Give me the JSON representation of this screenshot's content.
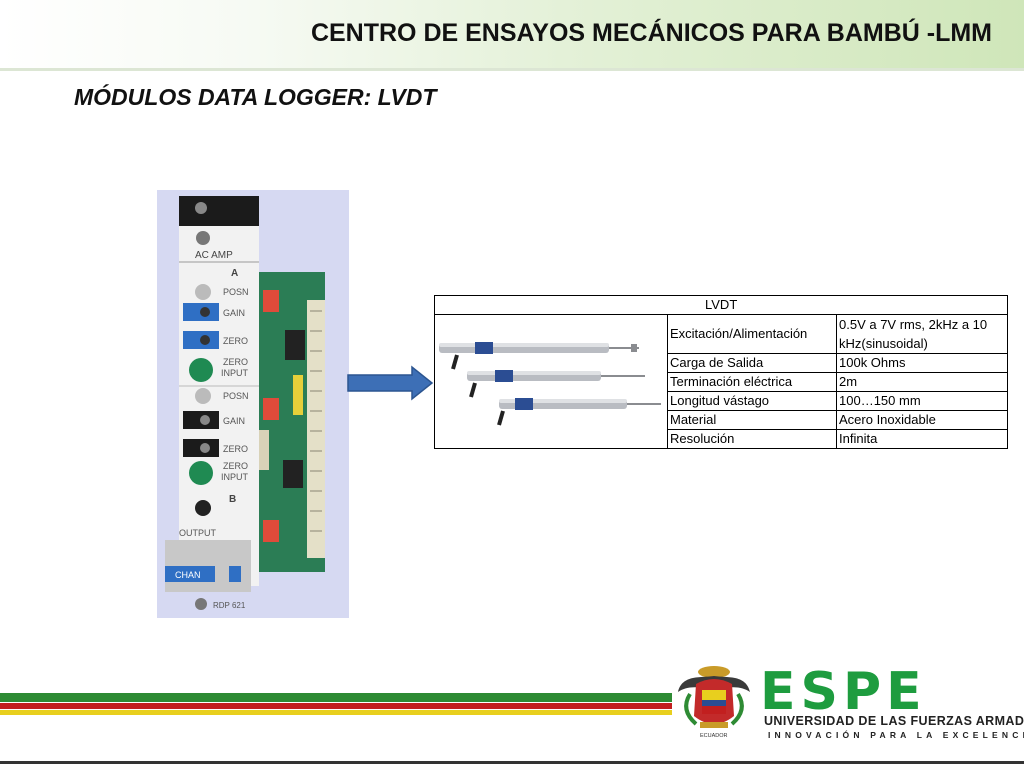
{
  "header": {
    "title": "CENTRO DE ENSAYOS MECÁNICOS PARA BAMBÚ -LMM"
  },
  "subtitle": "MÓDULOS DATA LOGGER: LVDT",
  "module": {
    "labels": {
      "top": "AC AMP",
      "channel_a": "A",
      "posn_a": "POSN",
      "gain_a": "GAIN",
      "zero_a": "ZERO",
      "zero_input_a_1": "ZERO",
      "zero_input_a_2": "INPUT",
      "posn_b": "POSN",
      "gain_b": "GAIN",
      "zero_b": "ZERO",
      "zero_input_b_1": "ZERO",
      "zero_input_b_2": "INPUT",
      "channel_b": "B",
      "output": "OUTPUT",
      "chan": "CHAN",
      "model": "RDP 621"
    }
  },
  "table": {
    "header": "LVDT",
    "rows": [
      {
        "label": "Excitación/Alimentación",
        "value_line1": "0.5V a 7V rms, 2kHz a 10",
        "value_line2": "kHz(sinusoidal)"
      },
      {
        "label": "Carga de Salida",
        "value": "100k Ohms"
      },
      {
        "label": "Terminación eléctrica",
        "value": "2m"
      },
      {
        "label": "Longitud vástago",
        "value": "100…150 mm"
      },
      {
        "label": "Material",
        "value": "Acero Inoxidable"
      },
      {
        "label": "Resolución",
        "value": "Infinita"
      }
    ]
  },
  "logo": {
    "wordmark": "ESPE",
    "university": "UNIVERSIDAD DE LAS FUERZAS ARMADAS",
    "motto": "INNOVACIÓN PARA LA EXCELENCIA",
    "seal_caption": "ECUADOR"
  },
  "colors": {
    "brand_green": "#1e9c3f",
    "stripe_green": "#2e8b34",
    "stripe_red": "#c21f1f",
    "stripe_yellow": "#e8cf1e",
    "arrow_blue": "#3d6fb6",
    "module_blue": "#2f6fc4"
  }
}
